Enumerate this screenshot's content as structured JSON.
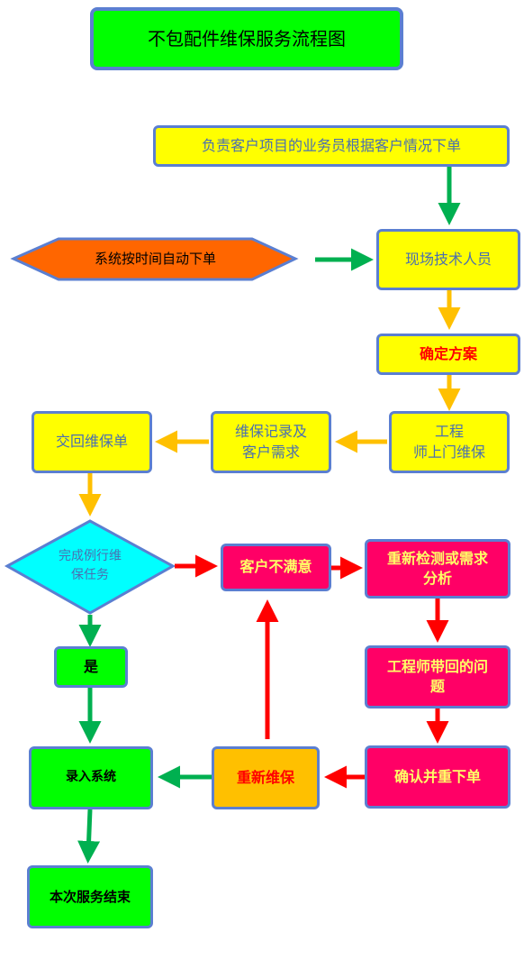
{
  "title": "不包配件维保服务流程图",
  "nodes": {
    "salesperson": "负责客户项目的业务员根据客户情况下单",
    "auto_order": "系统按时间自动下单",
    "onsite_tech": "现场技术人员",
    "confirm_plan": "确定方案",
    "engineer_visit_1": "工程",
    "engineer_visit_2": "师上门维保",
    "record_1": "维保记录及",
    "record_2": "客户需求",
    "return_order": "交回维保单",
    "routine_1": "完成例行维",
    "routine_2": "保任务",
    "dissatisfied": "客户不满意",
    "reinspect_1": "重新检测或需求",
    "reinspect_2": "分析",
    "engineer_issue_1": "工程师带回的问",
    "engineer_issue_2": "题",
    "confirm_reorder": "确认并重下单",
    "re_maintain": "重新维保",
    "yes": "是",
    "enter_system": "录入系统",
    "service_end": "本次服务结束"
  },
  "colors": {
    "yellow": "#ffff00",
    "green": "#00ff00",
    "pink": "#ff0066",
    "orange_fill": "#ff6600",
    "cyan": "#00ffff",
    "gold": "#ffc000",
    "border": "#5b7fd1",
    "arrow_green": "#00b050",
    "arrow_gold": "#ffc000",
    "arrow_red": "#ff0000"
  }
}
